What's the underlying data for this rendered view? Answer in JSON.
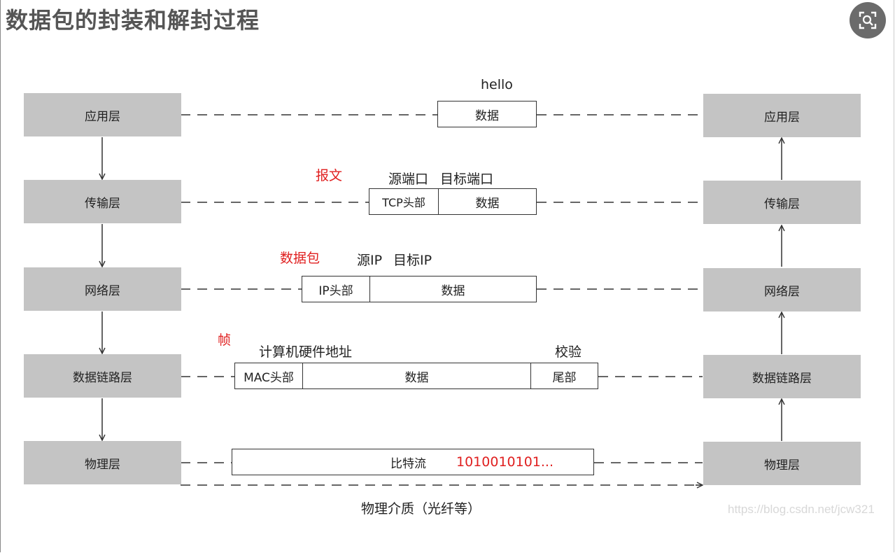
{
  "title": "数据包的封装和解封过程",
  "lens_icon": "lens-icon",
  "layers": {
    "application": "应用层",
    "transport": "传输层",
    "network": "网络层",
    "datalink": "数据链路层",
    "physical": "物理层"
  },
  "labels": {
    "hello": "hello",
    "message": "报文",
    "src_port": "源端口",
    "dst_port": "目标端口",
    "packet": "数据包",
    "src_ip": "源IP",
    "dst_ip": "目标IP",
    "frame": "帧",
    "hw_addr": "计算机硬件地址",
    "checksum": "校验",
    "bits_value": "1010010101...",
    "medium": "物理介质（光纤等）"
  },
  "cells": {
    "data": "数据",
    "tcp_header": "TCP头部",
    "ip_header": "IP头部",
    "mac_header": "MAC头部",
    "trailer": "尾部",
    "bitstream": "比特流"
  },
  "watermark": "https://blog.csdn.net/jcw321"
}
